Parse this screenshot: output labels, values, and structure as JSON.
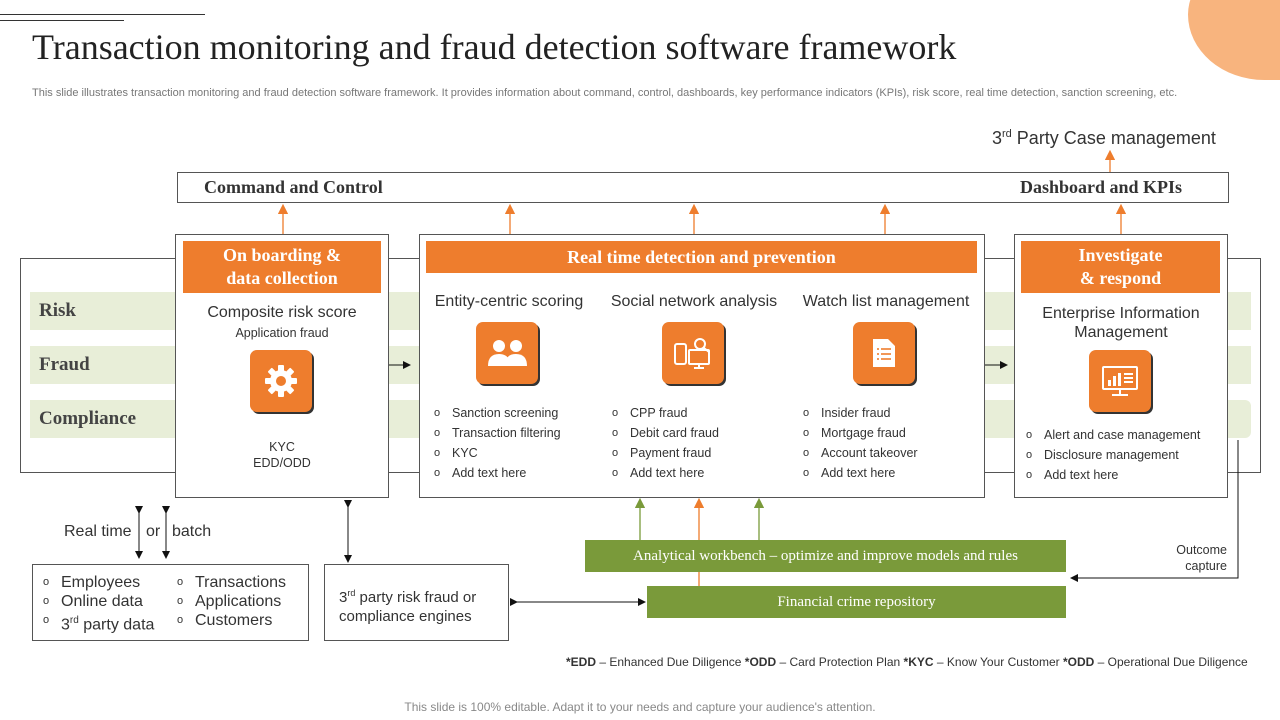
{
  "header": {
    "title": "Transaction monitoring and fraud detection software framework",
    "subtitle": "This slide illustrates transaction monitoring and fraud detection software framework. It provides information about command, control, dashboards, key performance indicators (KPIs), risk score, real time detection, sanction screening, etc."
  },
  "top": {
    "third_party_prefix": "3",
    "third_party_sup": "rd",
    "third_party_suffix": " Party Case management",
    "command_control": "Command and Control",
    "dashboard_kpis": "Dashboard and KPIs"
  },
  "bands": [
    "Risk",
    "Fraud",
    "Compliance"
  ],
  "onboarding": {
    "heading_line1": "On boarding &",
    "heading_line2": "data collection",
    "score": "Composite risk score",
    "sub": "Application fraud",
    "icon": "gear-icon",
    "kyc": "KYC",
    "edd": "EDD/ODD"
  },
  "realtime": {
    "heading": "Real time detection and prevention",
    "columns": [
      {
        "title": "Entity-centric  scoring",
        "icon": "users-icon",
        "items": [
          "Sanction screening",
          "Transaction filtering",
          "KYC",
          "Add text here"
        ]
      },
      {
        "title": "Social network analysis",
        "icon": "devices-search-icon",
        "items": [
          "CPP fraud",
          "Debit card fraud",
          "Payment fraud",
          "Add text here"
        ]
      },
      {
        "title": "Watch list management",
        "icon": "document-list-icon",
        "items": [
          "Insider fraud",
          "Mortgage fraud",
          "Account takeover",
          "Add text here"
        ]
      }
    ]
  },
  "investigate": {
    "heading_line1": "Investigate",
    "heading_line2": "& respond",
    "title_line1": "Enterprise Information",
    "title_line2": "Management",
    "icon": "monitor-chart-icon",
    "items": [
      "Alert and case management",
      "Disclosure management",
      "Add text here"
    ]
  },
  "realtime_batch": {
    "left": "Real time",
    "mid": "or",
    "right": "batch"
  },
  "sources": {
    "left": [
      "Employees",
      "Online data",
      "3rd party data"
    ],
    "left_third_prefix": "3",
    "left_third_sup": "rd",
    "left_third_suffix": " party data",
    "right": [
      "Transactions",
      "Applications",
      "Customers"
    ]
  },
  "engines": {
    "prefix": "3",
    "sup": "rd",
    "line1_suffix": " party risk fraud or",
    "line2": "compliance engines"
  },
  "workbench": "Analytical workbench – optimize and improve models and rules",
  "repository": "Financial crime repository",
  "outcome": {
    "line1": "Outcome",
    "line2": "capture"
  },
  "footnote": {
    "edd_abbr": "*EDD",
    "edd_text": " – Enhanced Due Diligence ",
    "odd1_abbr": "*ODD",
    "odd1_text": " – Card Protection Plan ",
    "kyc_abbr": "*KYC",
    "kyc_text": "  – Know Your Customer ",
    "odd2_abbr": "*ODD",
    "odd2_text": " – Operational Due Diligence"
  },
  "footer": "This slide is 100% editable. Adapt it to your needs and capture your audience's attention.",
  "colors": {
    "accent": "#EE7D2D",
    "green": "#7A9A3A",
    "band": "#E8EED8",
    "corner": "#F8B47E"
  }
}
